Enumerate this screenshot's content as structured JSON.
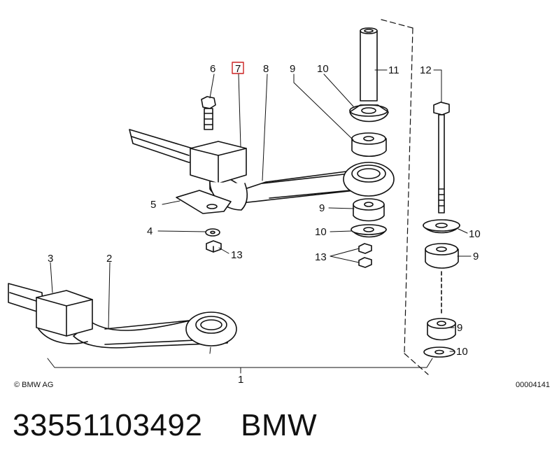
{
  "diagram": {
    "copyright": "© BMW AG",
    "drawing_number": "00004141",
    "highlight_color": "#cc2222",
    "callouts": {
      "c1": "1",
      "c2": "2",
      "c3": "3",
      "c4": "4",
      "c5": "5",
      "c6": "6",
      "c7": "7",
      "c8": "8",
      "c9a": "9",
      "c9b": "9",
      "c9c": "9",
      "c9d": "9",
      "c10a": "10",
      "c10b": "10",
      "c10c": "10",
      "c10d": "10",
      "c11": "11",
      "c12": "12",
      "c13a": "13",
      "c13b": "13"
    }
  },
  "caption": {
    "part_number": "33551103492",
    "brand": "BMW"
  }
}
